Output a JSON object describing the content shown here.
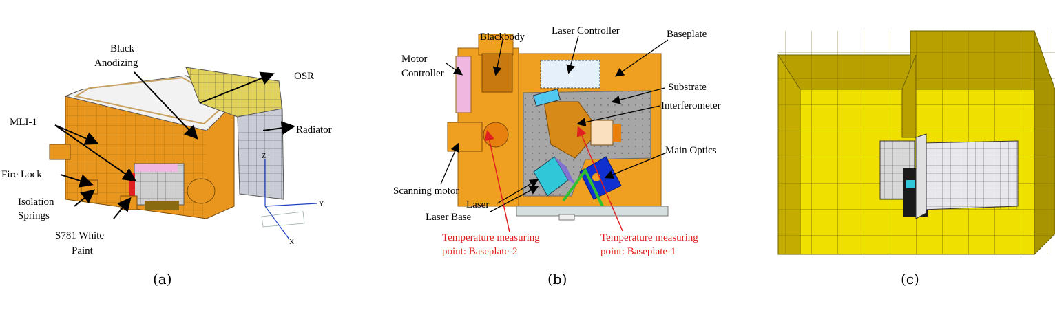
{
  "panel_a": {
    "caption": "(a)",
    "labels": {
      "black_anodizing_1": "Black",
      "black_anodizing_2": "Anodizing",
      "osr": "OSR",
      "mli": "MLI-1",
      "radiator": "Radiator",
      "fire_lock": "Fire Lock",
      "isolation_1": "Isolation",
      "isolation_2": "Springs",
      "paint_1": "S781 White",
      "paint_2": "Paint"
    },
    "axes": {
      "y": "Y",
      "z": "Z",
      "x": "X"
    }
  },
  "panel_b": {
    "caption": "(b)",
    "labels": {
      "blackbody": "Blackbody",
      "laser_controller": "Laser Controller",
      "baseplate": "Baseplate",
      "motor_1": "Motor",
      "motor_2": "Controller",
      "substrate": "Substrate",
      "interferometer": "Interferometer",
      "main_optics": "Main Optics",
      "scanning_motor": "Scanning motor",
      "laser": "Laser",
      "laser_base": "Laser Base",
      "temp2_1": "Temperature measuring",
      "temp2_2": "point: Baseplate-2",
      "temp1_1": "Temperature measuring",
      "temp1_2": "point: Baseplate-1"
    }
  },
  "panel_c": {
    "caption": "(c)"
  },
  "colors": {
    "orange": "#f0a020",
    "dark_orange": "#c87a10",
    "yellow_mesh": "#e8d400",
    "olive": "#b8a000",
    "gray_plate": "#a0a0a0",
    "pink": "#f0b8e0",
    "red_marker": "#e02020",
    "blue_optics": "#1030d0",
    "cyan_laser": "#30c8d8"
  }
}
